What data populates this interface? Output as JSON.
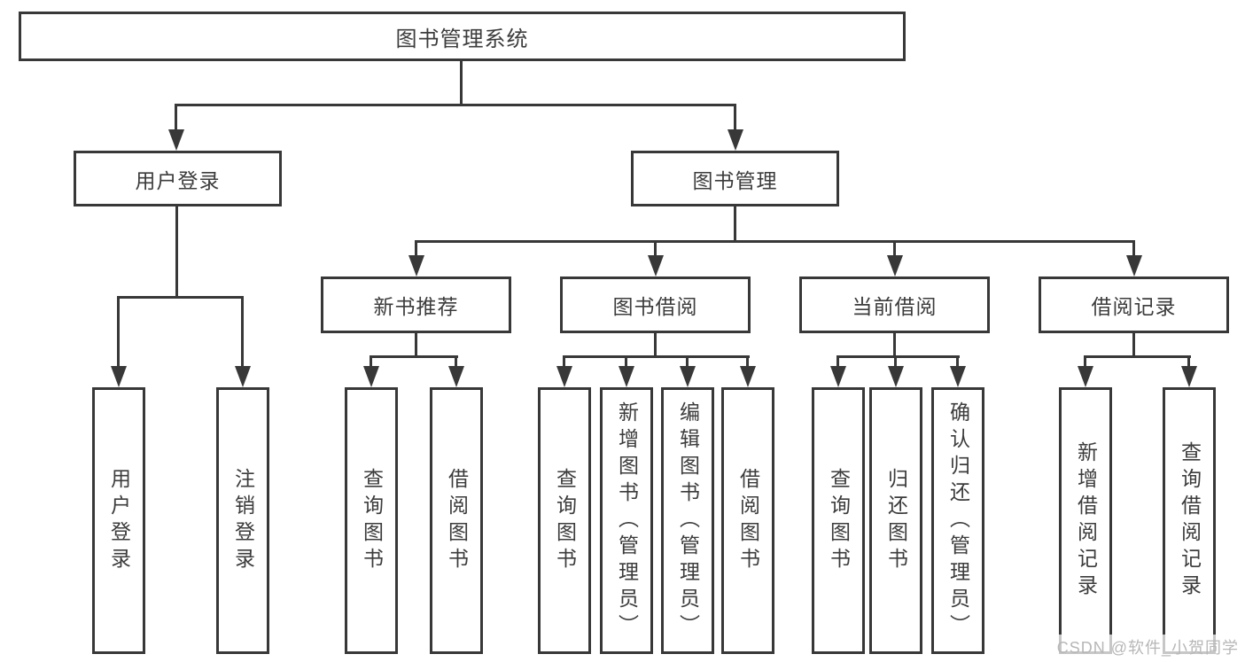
{
  "diagram": {
    "title": "图书管理系统",
    "nodes": {
      "root": {
        "label": "图书管理系统"
      },
      "user_login": {
        "label": "用户登录"
      },
      "book_management": {
        "label": "图书管理"
      },
      "new_book_recommend": {
        "label": "新书推荐"
      },
      "book_borrow": {
        "label": "图书借阅"
      },
      "current_borrow": {
        "label": "当前借阅"
      },
      "borrow_records": {
        "label": "借阅记录"
      }
    },
    "leaves": {
      "user_login": {
        "label": "用户登录"
      },
      "logout": {
        "label": "注销登录"
      },
      "nb_query_books": {
        "label": "查询图书"
      },
      "nb_borrow_books": {
        "label": "借阅图书"
      },
      "bb_query_books": {
        "label": "查询图书"
      },
      "bb_add_book_admin": {
        "label": "新增图书（管理员）"
      },
      "bb_edit_book_admin": {
        "label": "编辑图书（管理员）"
      },
      "bb_borrow_books": {
        "label": "借阅图书"
      },
      "cb_query_books": {
        "label": "查询图书"
      },
      "cb_return_book": {
        "label": "归还图书"
      },
      "cb_confirm_return_admin": {
        "label": "确认归还（管理员）"
      },
      "br_add_record": {
        "label": "新增借阅记录"
      },
      "br_query_record": {
        "label": "查询借阅记录"
      }
    },
    "colors": {
      "line": "#383838",
      "text": "#3c3c3c",
      "box_fill": "#ffffff",
      "watermark": "#b7b7b7"
    }
  },
  "watermark": {
    "text": "CSDN @软件_小贺同学"
  }
}
